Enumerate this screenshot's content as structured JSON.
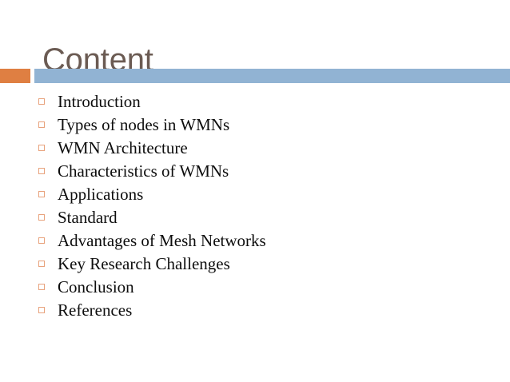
{
  "slide": {
    "title": "Content",
    "background_color": "#ffffff",
    "title_color": "#6b5b53",
    "accent_rule_color": "#df7f42",
    "main_rule_color": "#91b3d3",
    "bullet_color": "#e8a27c",
    "body_text_color": "#0d0d0d",
    "bullet_glyph": "hollow-square",
    "items": [
      {
        "label": "Introduction"
      },
      {
        "label": "Types of nodes in WMNs"
      },
      {
        "label": "WMN Architecture"
      },
      {
        "label": "Characteristics of WMNs"
      },
      {
        "label": "Applications"
      },
      {
        "label": "Standard"
      },
      {
        "label": "Advantages of Mesh Networks"
      },
      {
        "label": "Key Research Challenges"
      },
      {
        "label": "Conclusion"
      },
      {
        "label": "References"
      }
    ]
  }
}
